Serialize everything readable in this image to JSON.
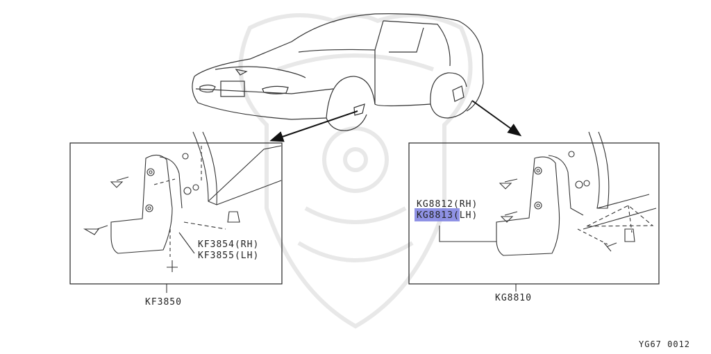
{
  "diagram": {
    "code": "YG67 0012",
    "left_panel": {
      "assembly": "KF3850",
      "part_rh": "KF3854(RH)",
      "part_lh": "KF3855(LH)"
    },
    "right_panel": {
      "assembly": "KG8810",
      "part_rh": "KG8812(RH)",
      "part_lh": "KG8813(LH)",
      "highlighted_part": "KG8813(LH)"
    },
    "highlight_color": "#7b7fe0"
  }
}
